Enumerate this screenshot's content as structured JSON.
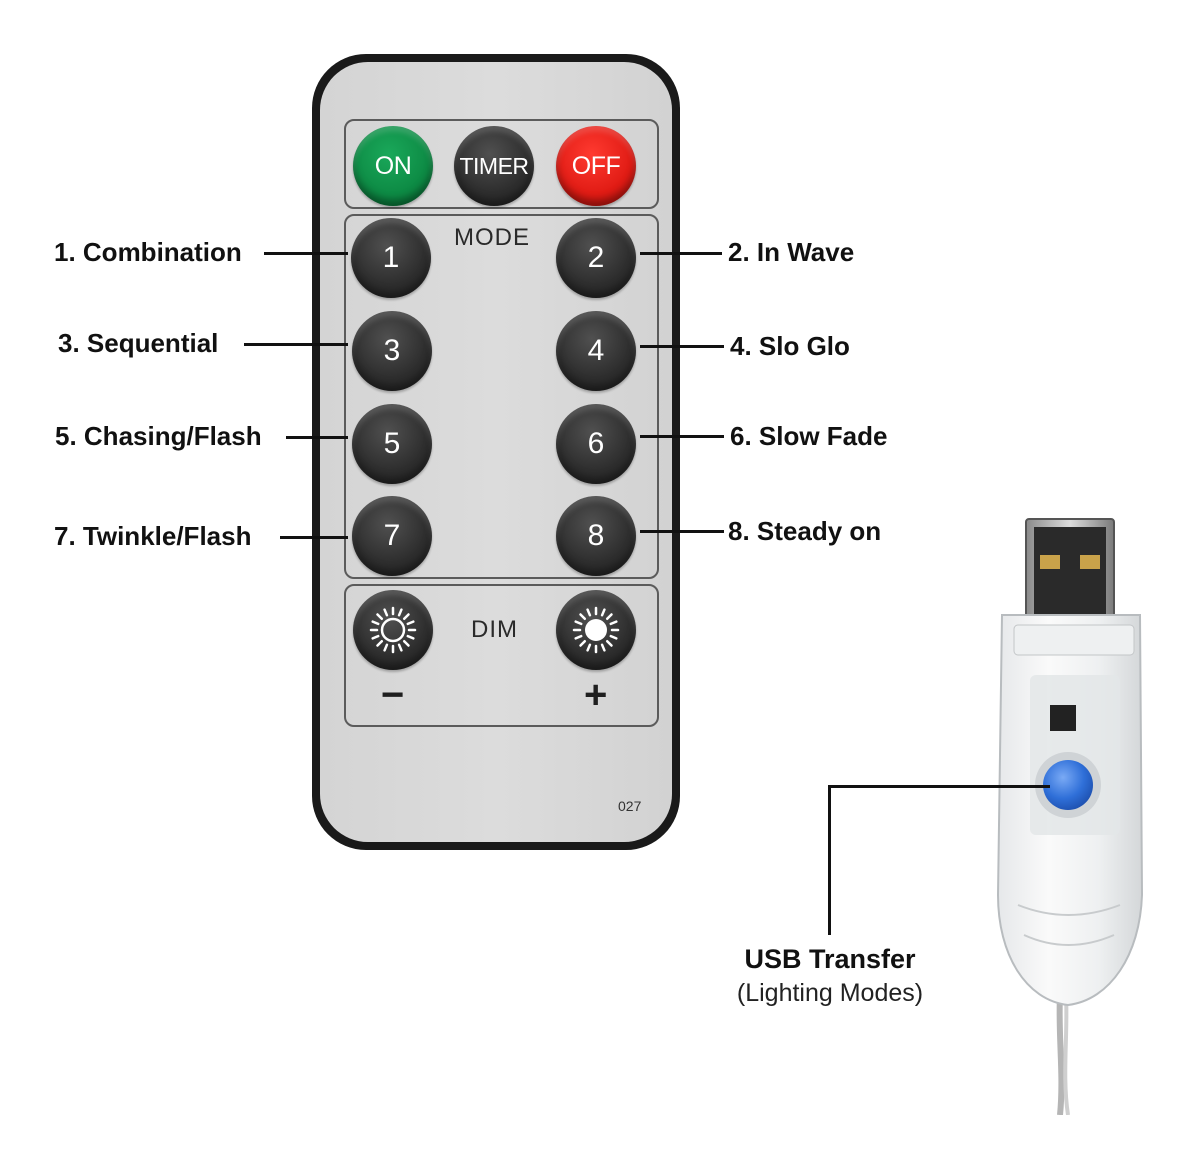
{
  "remote": {
    "top_buttons": [
      {
        "label": "ON",
        "color": "#0d8a44"
      },
      {
        "label": "TIMER",
        "color": "#2f2f2f"
      },
      {
        "label": "OFF",
        "color": "#e01b14"
      }
    ],
    "mode_title": "MODE",
    "mode_buttons": [
      "1",
      "2",
      "3",
      "4",
      "5",
      "6",
      "7",
      "8"
    ],
    "dim_title": "DIM",
    "dim_minus": "−",
    "dim_plus": "+",
    "model_number": "027"
  },
  "callouts": {
    "mode_1": "1. Combination",
    "mode_2": "2. In Wave",
    "mode_3": "3. Sequential",
    "mode_4": "4. Slo Glo",
    "mode_5": "5. Chasing/Flash",
    "mode_6": "6. Slow Fade",
    "mode_7": "7. Twinkle/Flash",
    "mode_8": "8. Steady on"
  },
  "usb": {
    "title": "USB Transfer",
    "subtitle": "(Lighting Modes)",
    "button_color": "#2f6fd8"
  }
}
